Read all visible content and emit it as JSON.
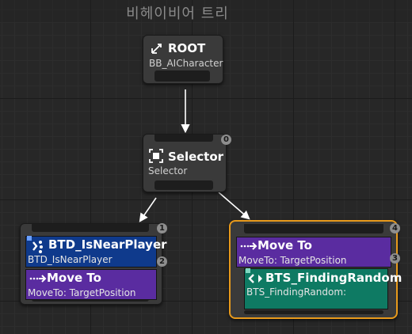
{
  "window": {
    "title": "비헤이비어 트리"
  },
  "nodes": {
    "root": {
      "title": "ROOT",
      "subtitle": "BB_AICharacter",
      "icon": "root-branch-icon"
    },
    "selector": {
      "title": "Selector",
      "subtitle": "Selector",
      "index": "0",
      "icon": "selector-icon"
    },
    "left": {
      "index": "1",
      "decorator": {
        "title": "BTD_IsNearPlayer",
        "subtitle": "BTD_IsNearPlayer",
        "index": "2",
        "icon": "decorator-icon"
      },
      "task": {
        "title": "Move To",
        "subtitle": "MoveTo: TargetPosition",
        "icon": "move-to-icon"
      }
    },
    "right": {
      "index": "4",
      "task": {
        "title": "Move To",
        "subtitle": "MoveTo: TargetPosition",
        "index": "3",
        "icon": "move-to-icon"
      },
      "service": {
        "title": "BTS_FindingRandom",
        "subtitle": "BTS_FindingRandom:",
        "icon": "service-icon"
      }
    }
  },
  "colors": {
    "decorator": "#0f3a8c",
    "task": "#5a2ca0",
    "service": "#0e7a63",
    "selected_outline": "#e89a1c"
  }
}
